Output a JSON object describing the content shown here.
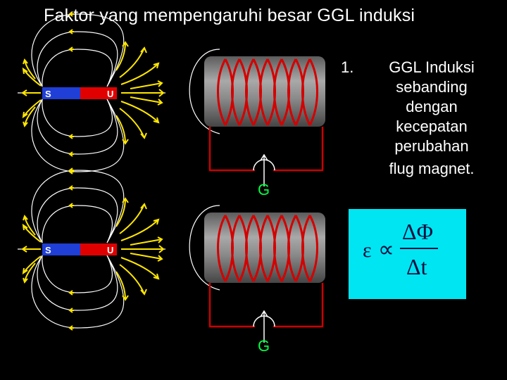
{
  "title": "Faktor yang mempengaruhi besar GGL induksi",
  "magnet": {
    "south_label": "S",
    "north_label": "U"
  },
  "galvanometer_label": "G",
  "point": {
    "number": "1.",
    "lines": [
      "GGL Induksi",
      "sebanding",
      "dengan",
      "kecepatan",
      "perubahan",
      "flug magnet."
    ]
  },
  "formula": {
    "emf": "ε",
    "proportional": "∝",
    "numerator": "ΔΦ",
    "denominator": "Δt"
  },
  "colors": {
    "background": "#000000",
    "field_lines": "#ffffff",
    "field_arrows": "#ffe600",
    "magnet_south": "#1f3fd6",
    "magnet_north": "#e10000",
    "coil_wire": "#d40000",
    "circuit_wire": "#cc0000",
    "coil_core": "#777777",
    "formula_box": "#00e5f2",
    "galvanometer_label": "#00ff44"
  }
}
